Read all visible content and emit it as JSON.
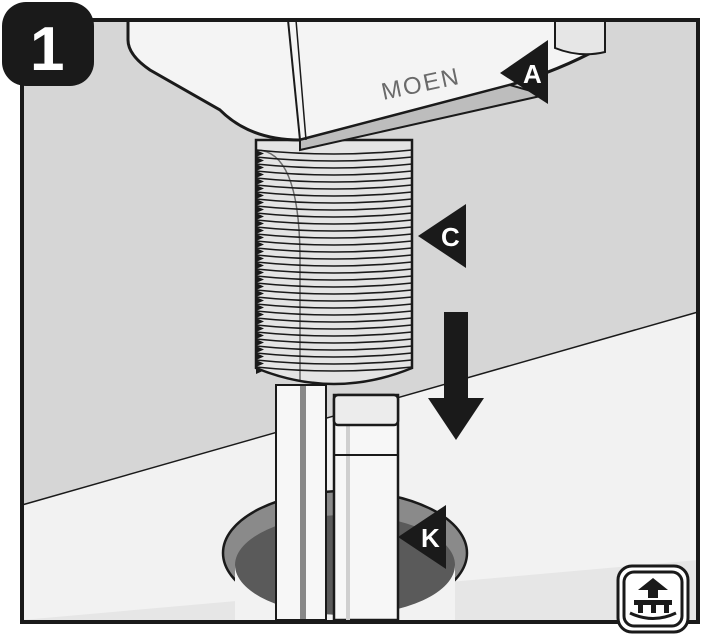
{
  "step": {
    "number": "1"
  },
  "faucet": {
    "brand": "MOEN"
  },
  "callouts": {
    "a": "A",
    "c": "C",
    "k": "K"
  },
  "icon": {
    "name": "under-sink-install-icon"
  },
  "colors": {
    "wall": "#d6d6d6",
    "counter": "#f2f2f2",
    "outline": "#1a1a1a",
    "callout": "#1a1a1a"
  }
}
